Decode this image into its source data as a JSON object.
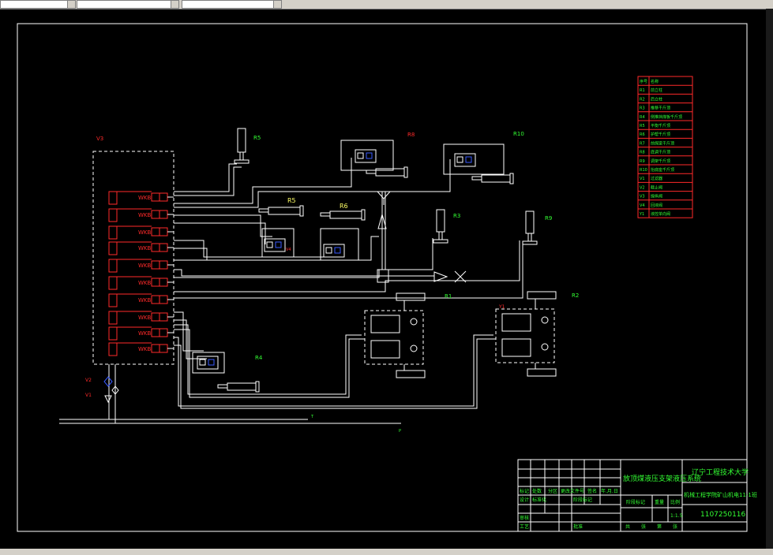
{
  "colors": {
    "line": "#ffffff",
    "red": "#ff2a2a",
    "green": "#33ff33",
    "yellow": "#ffff66",
    "blue": "#3a5cff",
    "title_block": "#ffffff"
  },
  "labels": {
    "v3": "V3",
    "r5_top": "R5",
    "r8": "R8",
    "r10": "R10",
    "r5": "R5",
    "r6": "R6",
    "r3": "R3",
    "r9": "R9",
    "r1": "R1",
    "r2": "R2",
    "r4": "R4",
    "v2": "V2",
    "v1": "V1",
    "v4": "V4",
    "y1": "Y1",
    "line_t": "T",
    "line_p": "P"
  },
  "valve_labels": [
    "WKB",
    "WKB",
    "WKB",
    "WKB",
    "WKB",
    "WKB",
    "WKB",
    "WKB",
    "WKB",
    "WKB"
  ],
  "legend": {
    "header": [
      "序号",
      "名称"
    ],
    "rows": [
      [
        "R1",
        "前立柱"
      ],
      [
        "R2",
        "后立柱"
      ],
      [
        "R3",
        "推移千斤顶"
      ],
      [
        "R4",
        "侧推挡煤板千斤顶"
      ],
      [
        "R5",
        "平衡千斤顶"
      ],
      [
        "R6",
        "护帮千斤顶"
      ],
      [
        "R7",
        "前探梁千斤顶"
      ],
      [
        "R8",
        "底调千斤顶"
      ],
      [
        "R9",
        "调架千斤顶"
      ],
      [
        "R10",
        "抬底座千斤顶"
      ],
      [
        "V1",
        "过滤器"
      ],
      [
        "V2",
        "截止阀"
      ],
      [
        "V3",
        "操纵阀"
      ],
      [
        "V4",
        "回液阀"
      ],
      [
        "Y1",
        "液控单向阀"
      ]
    ]
  },
  "title_block": {
    "drawing_title": "放顶煤液压支架液压系统",
    "school": "辽宁工程技术大学",
    "class_name": "机械工程学院矿山机电11-1班",
    "drawing_no": "1107250116",
    "scale": "1:1.5",
    "row_labels": [
      "标记",
      "处数",
      "分区",
      "更改文件号",
      "签名",
      "年.月.日"
    ],
    "row2": [
      "设计",
      "标准化",
      "",
      "阶段标记",
      "重量",
      "比例"
    ],
    "row3": [
      "审核",
      ""
    ],
    "row4": [
      "工艺",
      "批准"
    ],
    "sheet_labels": [
      "共",
      "张",
      "第",
      "张"
    ]
  }
}
